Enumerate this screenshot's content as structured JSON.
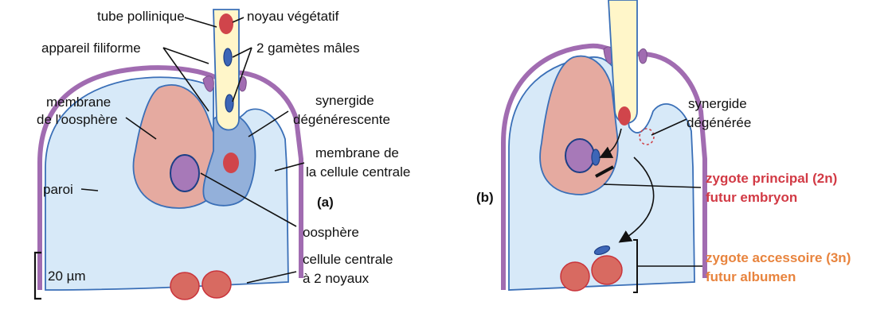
{
  "panel_a": {
    "tag": "(a)",
    "labels": {
      "tube_pollinique": "tube pollinique",
      "noyau_vegetatif": "noyau végétatif",
      "appareil_filiforme": "appareil filiforme",
      "gametes_males": "2 gamètes mâles",
      "membrane_oosphere_1": "membrane",
      "membrane_oosphere_2": "de l'oosphère",
      "synergide_1": "synergide",
      "synergide_2": "dégénérescente",
      "membrane_cc_1": "membrane de",
      "membrane_cc_2": "la cellule centrale",
      "paroi": "paroi",
      "oosphere": "oosphère",
      "cellule_centrale_1": "cellule centrale",
      "cellule_centrale_2": "à 2 noyaux",
      "scale": "20 µm"
    }
  },
  "panel_b": {
    "tag": "(b)",
    "labels": {
      "synergide_1": "synergide",
      "synergide_2": "dégénérée",
      "zygote_principal_1": "zygote principal (2n)",
      "zygote_principal_2": "futur embryon",
      "zygote_accessoire_1": "zygote accessoire (3n)",
      "zygote_accessoire_2": "futur albumen"
    }
  },
  "colors": {
    "paroi": "#a16cb1",
    "central_cell": "#d7e9f8",
    "oosphere": "#e5aaa0",
    "synergide": "#93b0da",
    "nucleus": "#a779b8",
    "gamete": "#3d66b7",
    "red_nucleus": "#d0454b",
    "tube": "#fff6c9",
    "zygote_principal_text": "#d23a45",
    "zygote_accessoire_text": "#e8843e"
  }
}
